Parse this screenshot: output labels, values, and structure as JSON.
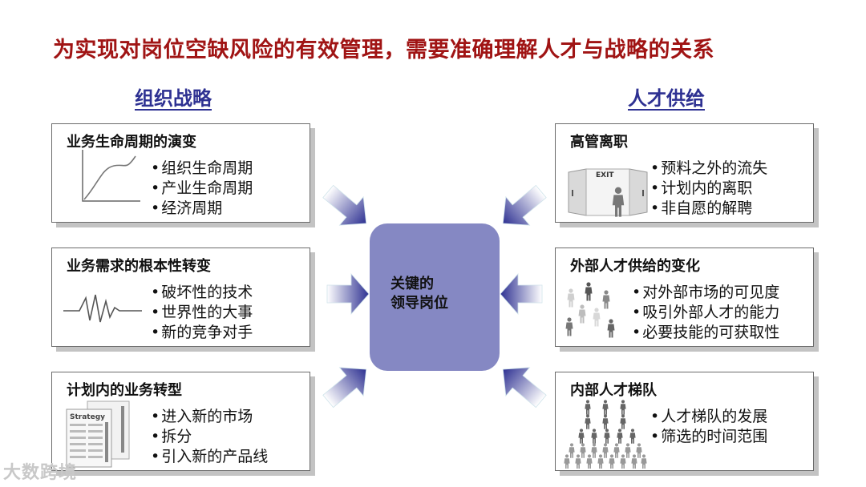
{
  "title": "为实现对岗位空缺风险的有效管理，需要准确理解人才与战略的关系",
  "columns": {
    "left": "组织战略",
    "right": "人才供给"
  },
  "center": {
    "line1": "关键的",
    "line2": "领导岗位",
    "color": "#8588c3"
  },
  "left_cards": [
    {
      "title": "业务生命周期的演变",
      "icon": "growth-curve-chart",
      "bullets": [
        "组织生命周期",
        "产业生命周期",
        "经济周期"
      ]
    },
    {
      "title": "业务需求的根本性转变",
      "icon": "spike-waveform",
      "bullets": [
        "破坏性的技术",
        "世界性的大事",
        "新的竞争对手"
      ]
    },
    {
      "title": "计划内的业务转型",
      "icon": "strategy-document",
      "icon_text": "Strategy",
      "bullets": [
        "进入新的市场",
        "拆分",
        "引入新的产品线"
      ]
    }
  ],
  "right_cards": [
    {
      "title": "高管离职",
      "icon": "exit-door-person",
      "icon_text": "EXIT",
      "bullets": [
        "预料之外的流失",
        "计划内的离职",
        "非自愿的解聘"
      ]
    },
    {
      "title": "外部人才供给的变化",
      "icon": "scattered-people",
      "bullets": [
        "对外部市场的可见度",
        "吸引外部人才的能力",
        "必要技能的可获取性"
      ]
    },
    {
      "title": "内部人才梯队",
      "icon": "people-pyramid",
      "bullets": [
        "人才梯队的发展",
        "筛选的时间范围"
      ]
    }
  ],
  "colors": {
    "title": "#a01414",
    "column_heading": "#2e3192",
    "arrow_dark": "#2e3192"
  },
  "watermark": "大数跨境"
}
